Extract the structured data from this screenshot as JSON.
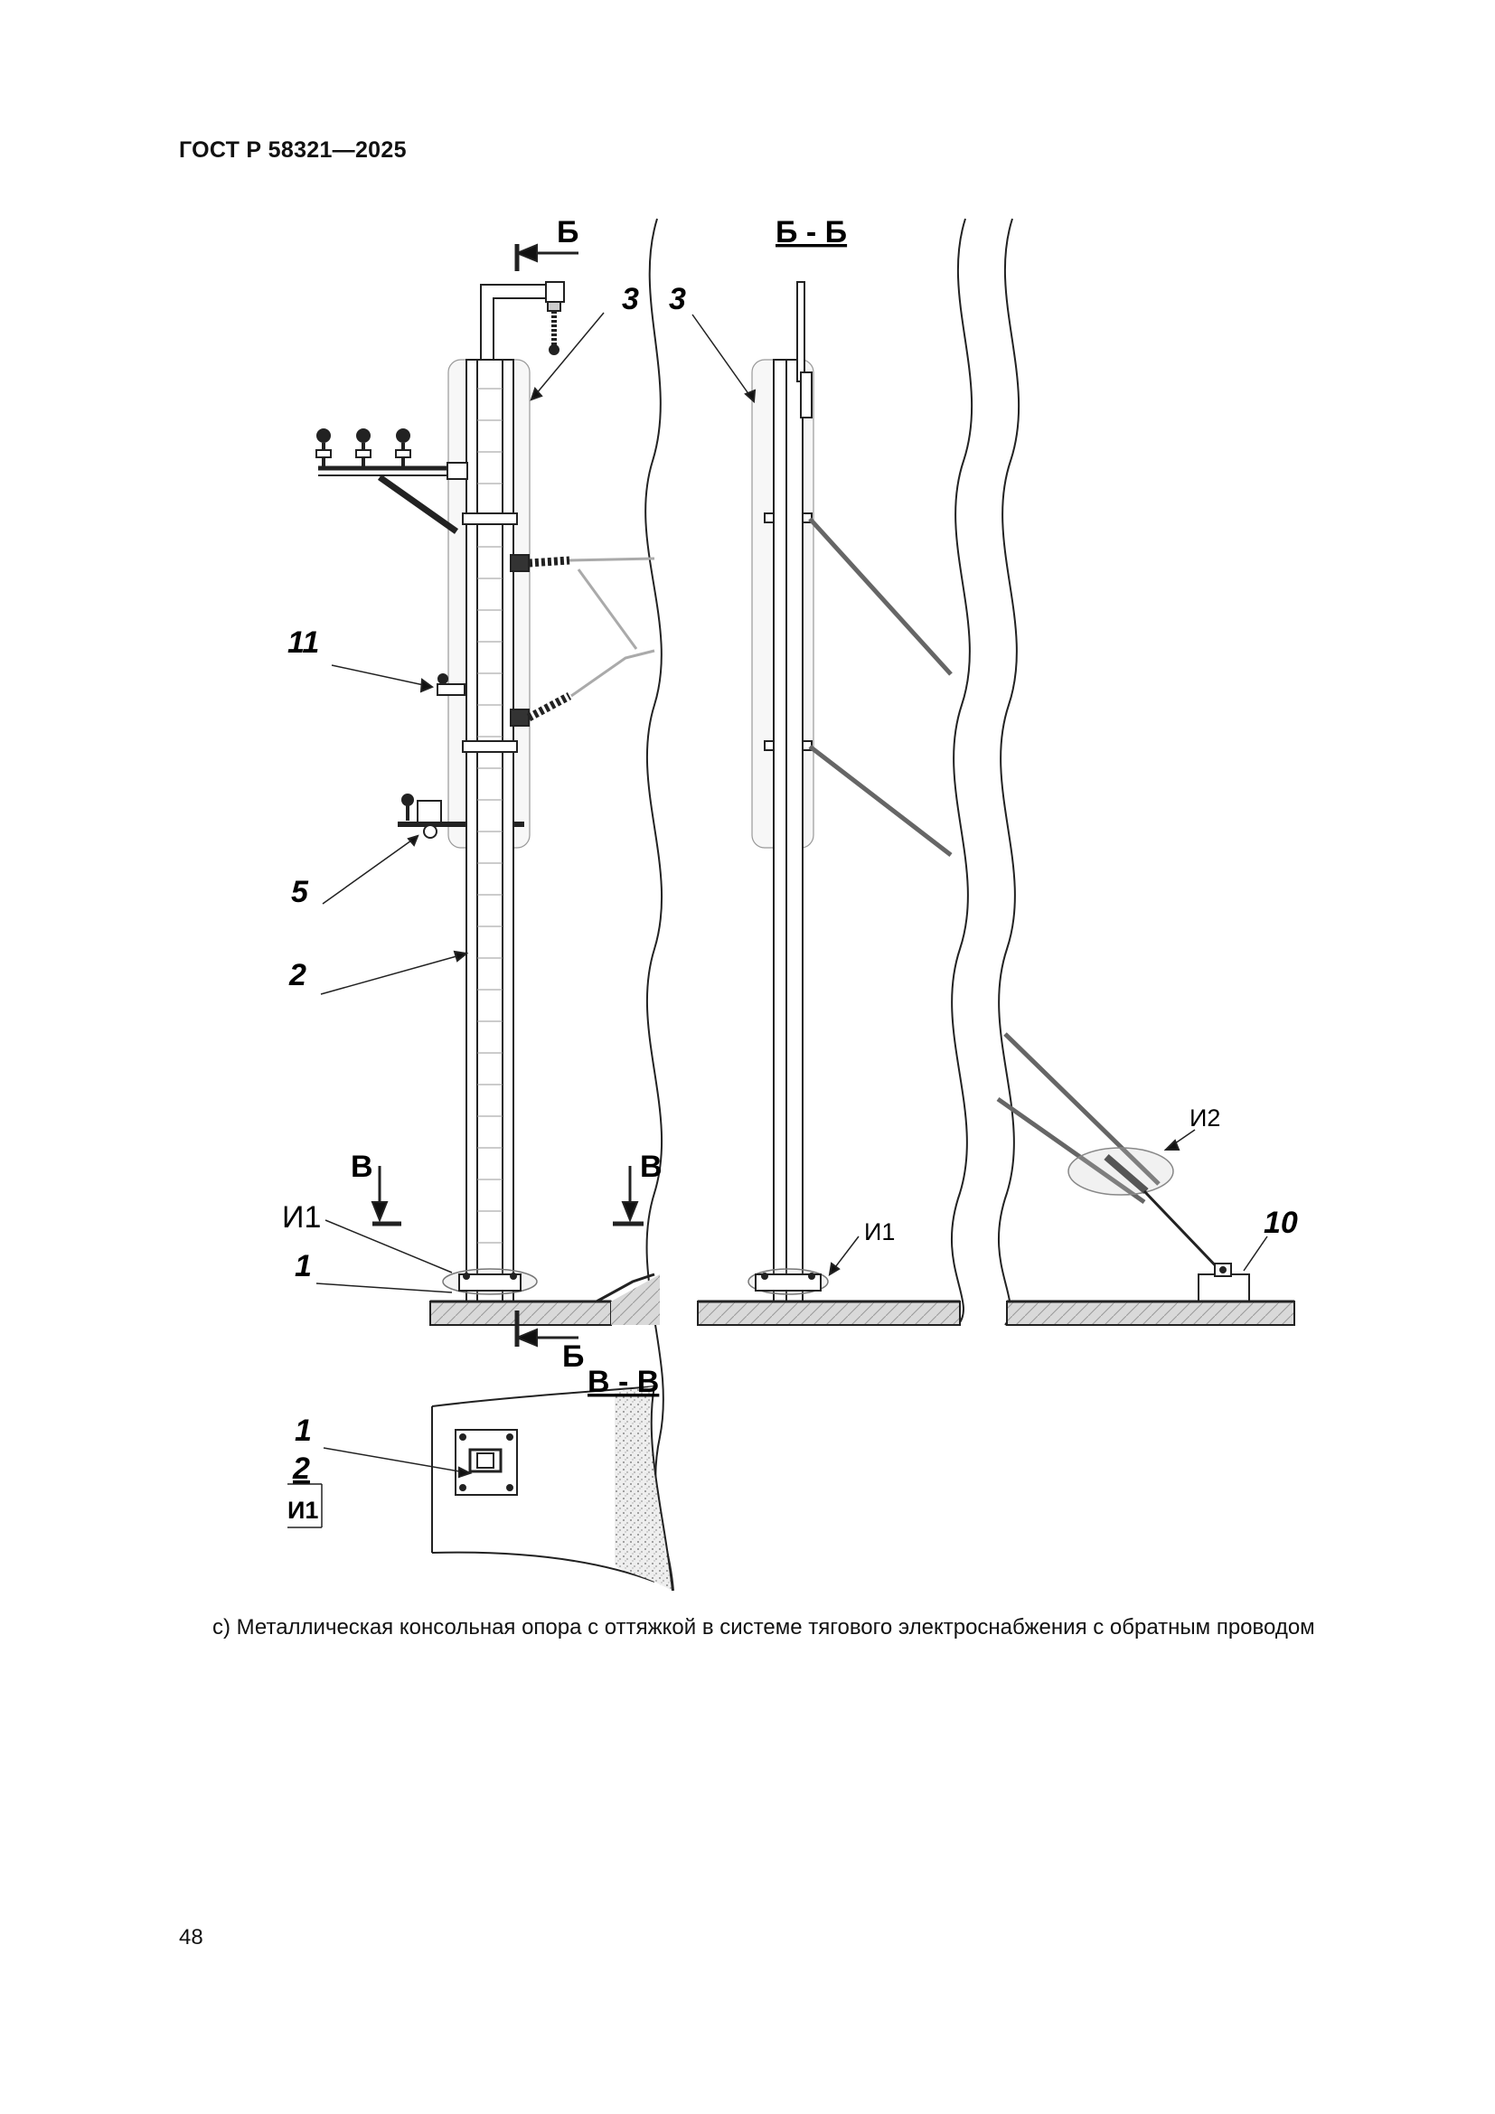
{
  "header": {
    "doc_number": "ГОСТ Р 58321—2025"
  },
  "figure": {
    "section_bb_top": "Б",
    "section_bb_bottom": "Б",
    "section_bb_title": "Б - Б",
    "section_vv_left": "В",
    "section_vv_right": "В",
    "section_vv_title": "В - В",
    "labels": {
      "l3a": "3",
      "l3b": "3",
      "l11": "11",
      "l5": "5",
      "l2": "2",
      "l1": "1",
      "li1": "И1",
      "li1_side": "И1",
      "li2": "И2",
      "l10": "10",
      "plan_1": "1",
      "plan_2": "2",
      "plan_i1": "И1"
    }
  },
  "caption": "с) Металлическая консольная опора с оттяжкой в системе тягового электроснабжения с обратным проводом",
  "page_number": "48"
}
